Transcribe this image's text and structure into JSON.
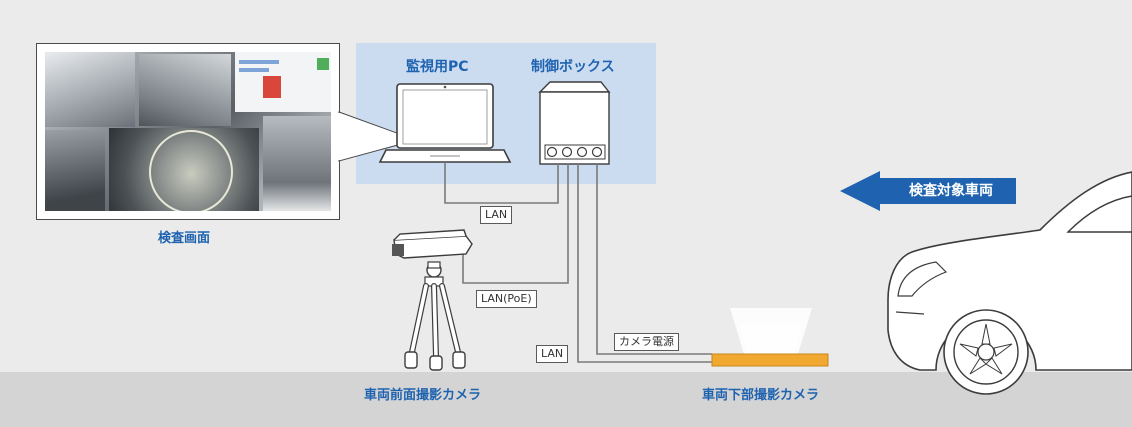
{
  "labels": {
    "monitor_pc": "監視用PC",
    "control_box": "制御ボックス",
    "inspection_screen": "検査画面",
    "target_vehicle": "検査対象車両",
    "front_camera": "車両前面撮影カメラ",
    "under_camera": "車両下部撮影カメラ"
  },
  "connections": {
    "lan_pc": "LAN",
    "lan_poe": "LAN(PoE)",
    "lan_under": "LAN",
    "camera_power": "カメラ電源"
  },
  "colors": {
    "accent_blue": "#1f63b0",
    "box_fill": "#ccdcf0",
    "arrow": "#1f63b0",
    "sensor_plate": "#f0a830"
  },
  "icons": {
    "laptop": "laptop-icon",
    "control_box": "control-box-icon",
    "front_camera": "tripod-camera-icon",
    "under_camera": "floor-camera-icon",
    "vehicle": "car-icon",
    "direction": "left-arrow-icon"
  }
}
